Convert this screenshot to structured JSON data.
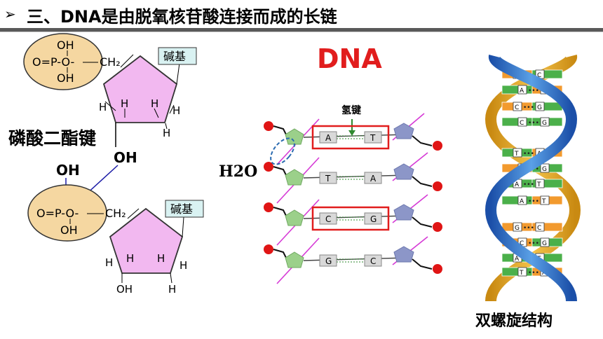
{
  "title": {
    "bullet": "➢",
    "text": "三、DNA是由脱氧核苷酸连接而成的长链"
  },
  "left_diagram": {
    "phosphate_top": {
      "oh_upper": "OH",
      "core": "O=P-O-",
      "oh_lower": "OH",
      "ch2": "CH₂"
    },
    "phosphate_bottom": {
      "core": "O=P-O-",
      "oh_lower": "OH",
      "ch2": "CH₂"
    },
    "base_label": "碱基",
    "h": "H",
    "free_oh": "OH",
    "sugar_oh": "OH",
    "bottom_oh": "OH",
    "bond_label": "磷酸二酯键"
  },
  "middle_diagram": {
    "title": "DNA",
    "h2o": "H2O",
    "hbond_label": "氢键",
    "pairs": [
      {
        "left": "A",
        "right": "T"
      },
      {
        "left": "T",
        "right": "A"
      },
      {
        "left": "C",
        "right": "G"
      },
      {
        "left": "G",
        "right": "C"
      }
    ]
  },
  "right_diagram": {
    "caption": "双螺旋结构",
    "rungs": [
      {
        "left": "T",
        "right": "C"
      },
      {
        "left": "A",
        "right": "T"
      },
      {
        "left": "C",
        "right": "G"
      },
      {
        "left": "C",
        "right": "G"
      },
      {
        "left": "T",
        "right": "A"
      },
      {
        "left": "C",
        "right": "G"
      },
      {
        "left": "A",
        "right": "T"
      },
      {
        "left": "A",
        "right": "T"
      },
      {
        "left": "G",
        "right": "C"
      },
      {
        "left": "C",
        "right": "G"
      },
      {
        "left": "A",
        "right": "T"
      },
      {
        "left": "T",
        "right": "A"
      }
    ]
  },
  "colors": {
    "accent_red": "#e11d1d",
    "pink": "#f2b8f0",
    "phosphate": "#f5d7a1",
    "green": "#9bd08a",
    "blue_sugar": "#8c96c8",
    "box": "#d9f2f2"
  }
}
